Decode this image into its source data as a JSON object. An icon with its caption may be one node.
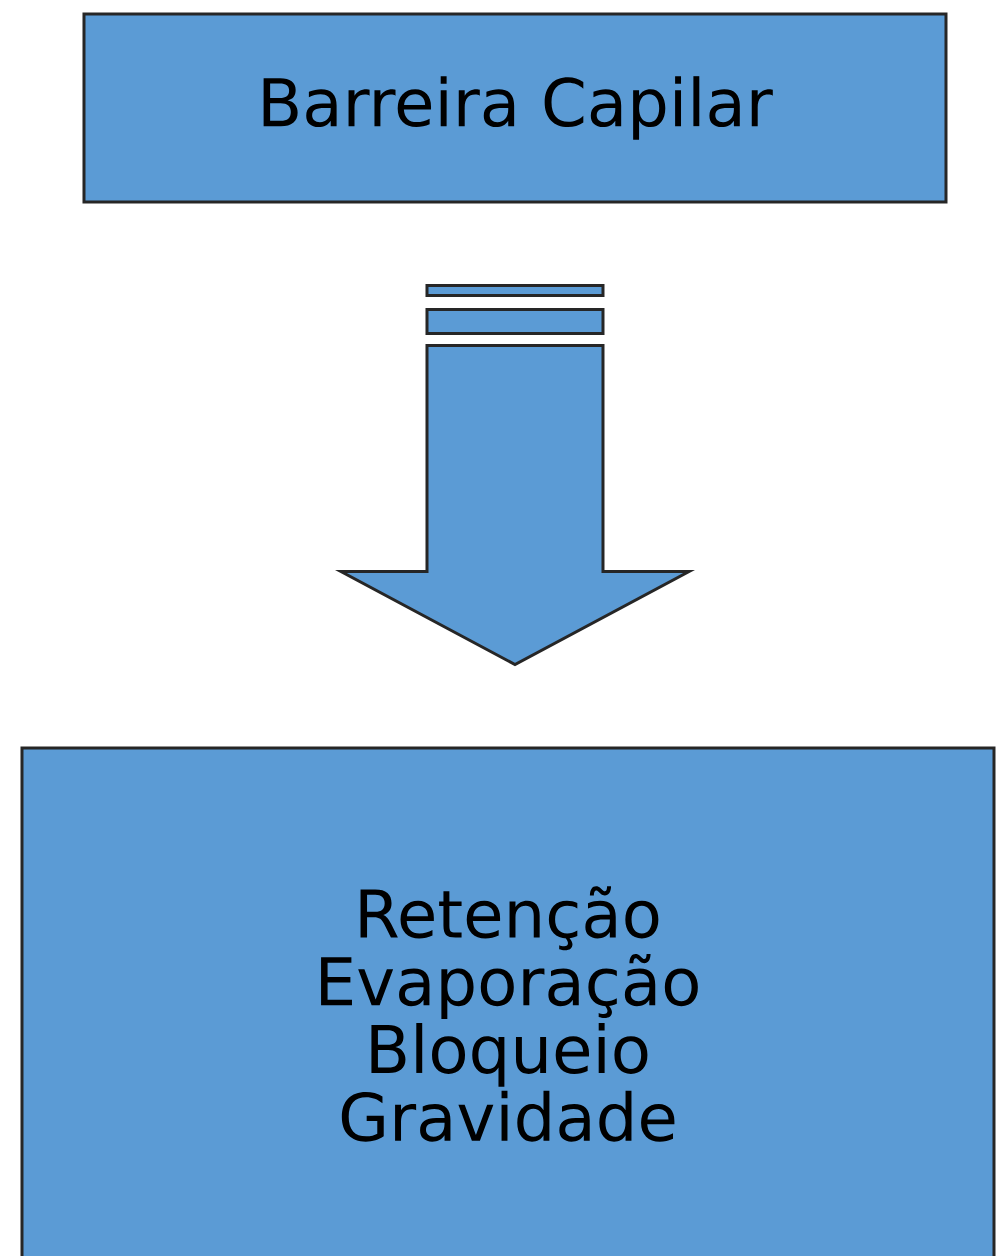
{
  "diagram": {
    "nodes": [
      {
        "text": [
          "Barreira Capilar"
        ]
      },
      {
        "text": [
          "Retenção",
          "Evaporação",
          "Bloqueio",
          "Gravidade"
        ]
      }
    ],
    "edges": [
      {
        "from": 0,
        "to": 1,
        "arrow": "to"
      }
    ]
  }
}
